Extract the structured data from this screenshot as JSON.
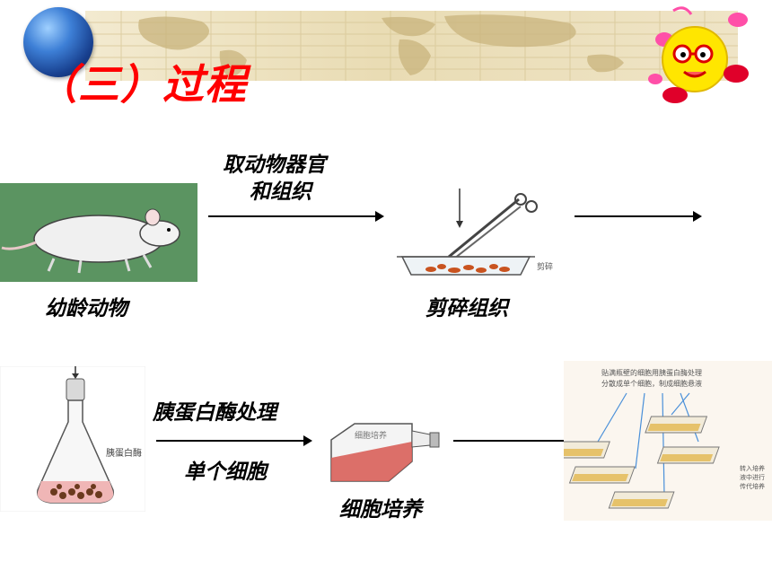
{
  "header": {
    "title": "（三）过程"
  },
  "steps": {
    "animal_label": "幼龄动物",
    "tissue_label": "剪碎组织",
    "culture_label": "细胞培养",
    "arrow1_line1": "取动物器官",
    "arrow1_line2": "和组织",
    "arrow3_top": "胰蛋白酶处理",
    "arrow3_bottom": "单个细胞"
  },
  "images": {
    "dish_label": "剪碎",
    "flask_label": "胰蛋白酶",
    "bottle_label": "细胞培养",
    "subculture_text_1": "贴满瓶壁的细胞用胰蛋白酶处理",
    "subculture_text_2": "分散成单个细胞，制成细胞悬液",
    "subculture_side_1": "转入培养",
    "subculture_side_2": "液中进行",
    "subculture_side_3": "传代培养"
  },
  "colors": {
    "title": "#ff0000",
    "arrow": "#000000",
    "mouse_bg": "#5a9160"
  }
}
